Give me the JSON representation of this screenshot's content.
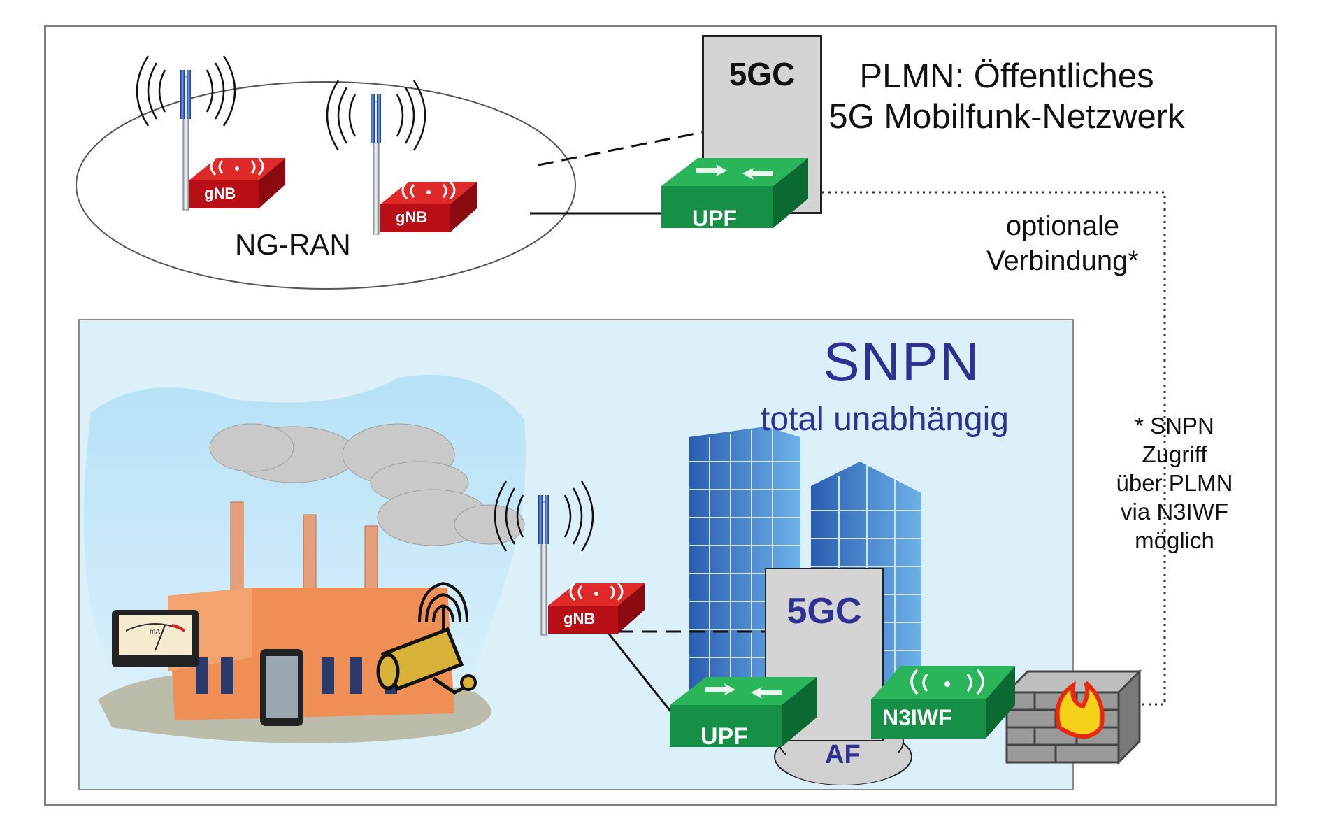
{
  "plmn": {
    "title_line1": "PLMN: Öffentliches",
    "title_line2": "5G Mobilfunk-Netzwerk",
    "ran_label": "NG-RAN",
    "core_label": "5GC",
    "upf_label": "UPF",
    "gnb_label_1": "gNB",
    "gnb_label_2": "gNB"
  },
  "link": {
    "line1": "optionale",
    "line2": "Verbindung*"
  },
  "snpn": {
    "title": "SNPN",
    "subtitle": "total unabhängig",
    "core_label": "5GC",
    "upf_label": "UPF",
    "af_label": "AF",
    "n3iwf_label": "N3IWF",
    "gnb_label": "gNB",
    "meter_unit": "mA"
  },
  "note": {
    "line1": "* SNPN",
    "line2": "Zugriff",
    "line3": "über PLMN",
    "line4": "via N3IWF",
    "line5": "möglich"
  },
  "colors": {
    "gnb_red": "#c8101a",
    "upf_green": "#1e9e4a",
    "snpn_blue": "#2e3192",
    "snpn_background": "#dcf0fa",
    "core_gray": "#d4d4d4",
    "building_blue": "#3a78c9",
    "factory_orange": "#e8844a"
  },
  "icons": [
    "antenna-tower-icon",
    "gnb-router-icon",
    "upf-switch-icon",
    "n3iwf-router-icon",
    "firewall-icon",
    "cloud-af-icon",
    "office-tower-icon",
    "factory-icon",
    "smartphone-icon",
    "security-camera-icon",
    "analog-meter-icon"
  ]
}
